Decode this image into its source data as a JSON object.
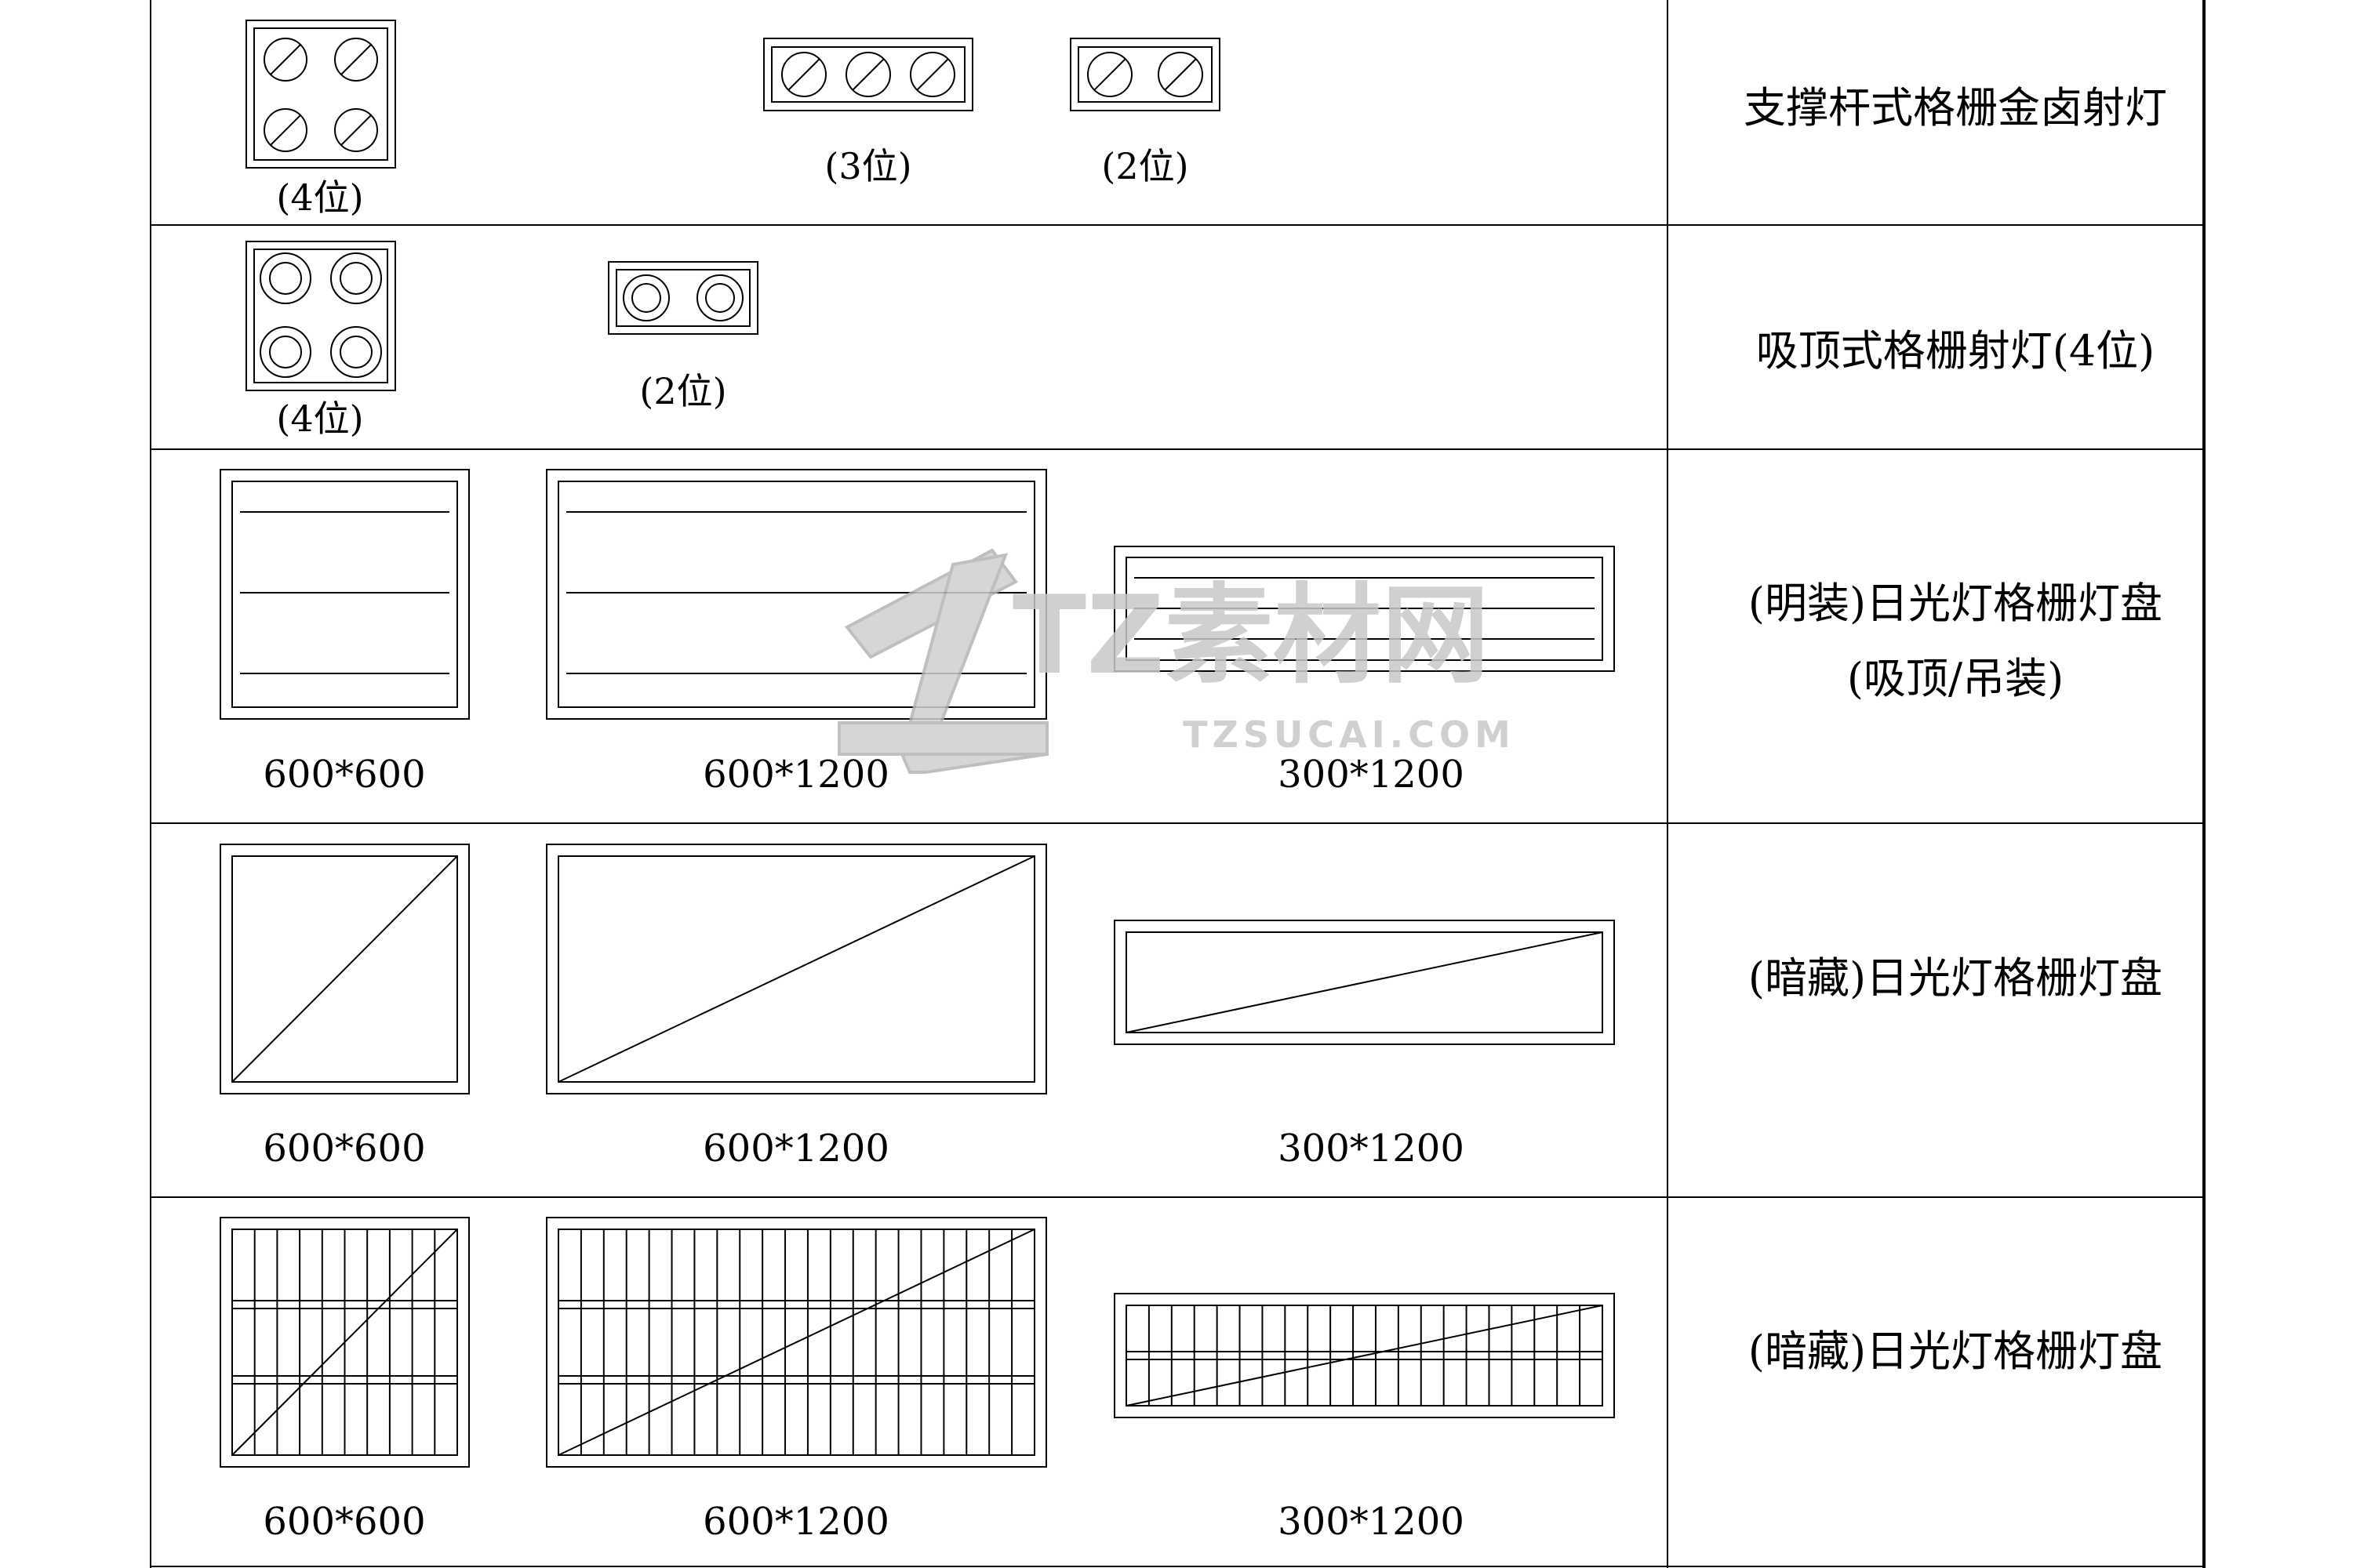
{
  "rows": [
    {
      "description": "支撑杆式格栅金卤射灯",
      "fixtures": [
        {
          "caption": "(4位)",
          "kind": "grille-spot-4"
        },
        {
          "caption": "(3位)",
          "kind": "grille-spot-3"
        },
        {
          "caption": "(2位)",
          "kind": "grille-spot-2"
        }
      ]
    },
    {
      "description": "吸顶式格栅射灯(4位)",
      "fixtures": [
        {
          "caption": "(4位)",
          "kind": "ceiling-spot-4"
        },
        {
          "caption": "(2位)",
          "kind": "ceiling-spot-2"
        }
      ]
    },
    {
      "description_line1": "(明装)日光灯格栅灯盘",
      "description_line2": "(吸顶/吊装)",
      "fixtures": [
        {
          "caption": "600*600",
          "kind": "surface-panel"
        },
        {
          "caption": "600*1200",
          "kind": "surface-panel"
        },
        {
          "caption": "300*1200",
          "kind": "surface-panel"
        }
      ]
    },
    {
      "description": "(暗藏)日光灯格栅灯盘",
      "fixtures": [
        {
          "caption": "600*600",
          "kind": "recessed-panel"
        },
        {
          "caption": "600*1200",
          "kind": "recessed-panel"
        },
        {
          "caption": "300*1200",
          "kind": "recessed-panel"
        }
      ]
    },
    {
      "description": "(暗藏)日光灯格栅灯盘",
      "fixtures": [
        {
          "caption": "600*600",
          "kind": "recessed-louver-panel"
        },
        {
          "caption": "600*1200",
          "kind": "recessed-louver-panel"
        },
        {
          "caption": "300*1200",
          "kind": "recessed-louver-panel"
        }
      ]
    }
  ],
  "watermark": {
    "brand": "TZ素材网",
    "url": "TZSUCAI.COM",
    "color": "#c8c8c8"
  },
  "line_color": "#000000"
}
